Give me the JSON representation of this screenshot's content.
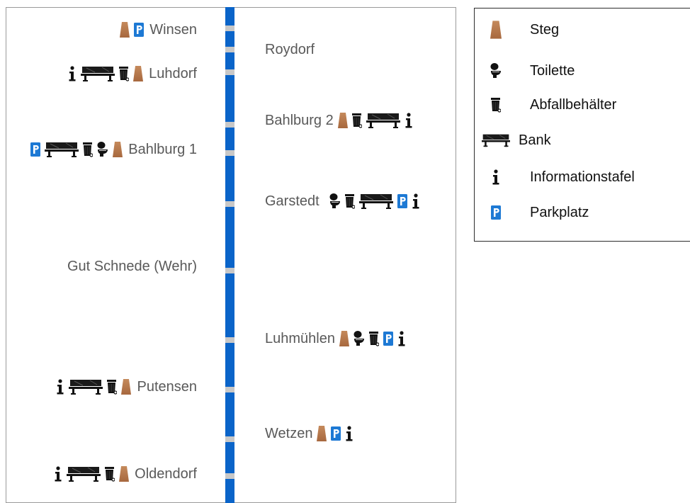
{
  "legend": {
    "items": [
      {
        "icon": "steg-icon",
        "label": "Steg"
      },
      {
        "icon": "toilet-icon",
        "label": "Toilette"
      },
      {
        "icon": "trash-bin-icon",
        "label": "Abfallbehälter"
      },
      {
        "icon": "bench-icon",
        "label": "Bank"
      },
      {
        "icon": "info-icon",
        "label": "Informationstafel"
      },
      {
        "icon": "parking-icon",
        "label": "Parkplatz"
      }
    ]
  },
  "stops_left": [
    {
      "label": "Winsen",
      "icons": [
        "steg",
        "parking"
      ]
    },
    {
      "label": "Luhdorf",
      "icons": [
        "info",
        "bench",
        "trash",
        "steg"
      ]
    },
    {
      "label": "Bahlburg 1",
      "icons": [
        "parking",
        "bench",
        "trash",
        "toilet",
        "steg"
      ]
    },
    {
      "label": "Gut Schnede (Wehr)",
      "icons": []
    },
    {
      "label": "Putensen",
      "icons": [
        "info",
        "bench",
        "trash",
        "steg"
      ]
    },
    {
      "label": "Oldendorf",
      "icons": [
        "info",
        "bench",
        "trash",
        "steg"
      ]
    }
  ],
  "stops_right": [
    {
      "label": "Roydorf",
      "icons": []
    },
    {
      "label": "Bahlburg 2",
      "icons": [
        "steg",
        "trash",
        "bench",
        "info"
      ]
    },
    {
      "label": "Garstedt",
      "icons": [
        "toilet",
        "trash",
        "bench",
        "parking",
        "info"
      ]
    },
    {
      "label": "Luhmühlen",
      "icons": [
        "steg",
        "toilet",
        "trash",
        "parking",
        "info"
      ]
    },
    {
      "label": "Wetzen",
      "icons": [
        "steg",
        "parking",
        "info"
      ]
    }
  ],
  "colors": {
    "river": "#0a64c9",
    "parking": "#1d79d4",
    "steg": "#a7683e",
    "text": "#595959"
  }
}
